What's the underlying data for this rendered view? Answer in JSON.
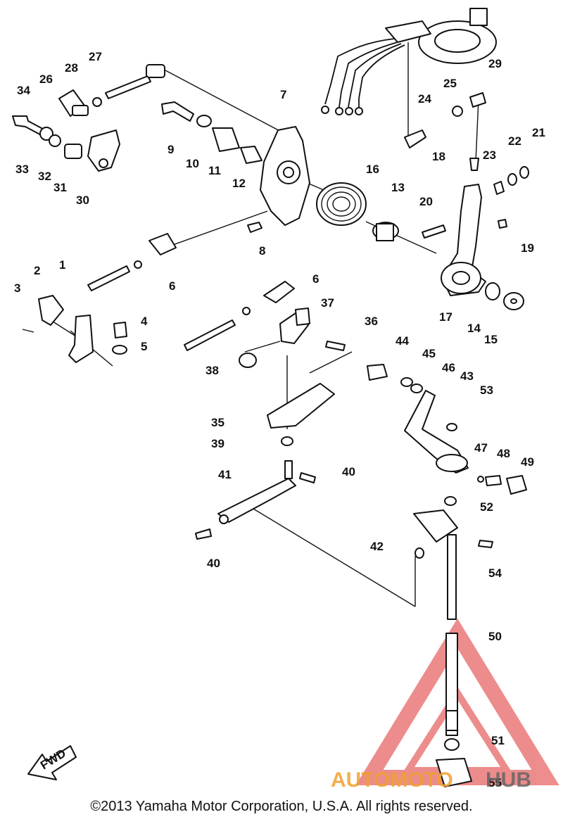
{
  "labels": [
    {
      "id": "1",
      "text": "1"
    },
    {
      "id": "2",
      "text": "2"
    },
    {
      "id": "3",
      "text": "3"
    },
    {
      "id": "4",
      "text": "4"
    },
    {
      "id": "5",
      "text": "5"
    },
    {
      "id": "6a",
      "text": "6"
    },
    {
      "id": "6b",
      "text": "6"
    },
    {
      "id": "7",
      "text": "7"
    },
    {
      "id": "8",
      "text": "8"
    },
    {
      "id": "9",
      "text": "9"
    },
    {
      "id": "10",
      "text": "10"
    },
    {
      "id": "11",
      "text": "11"
    },
    {
      "id": "12",
      "text": "12"
    },
    {
      "id": "13",
      "text": "13"
    },
    {
      "id": "14",
      "text": "14"
    },
    {
      "id": "15",
      "text": "15"
    },
    {
      "id": "16",
      "text": "16"
    },
    {
      "id": "17",
      "text": "17"
    },
    {
      "id": "18",
      "text": "18"
    },
    {
      "id": "19",
      "text": "19"
    },
    {
      "id": "20",
      "text": "20"
    },
    {
      "id": "21",
      "text": "21"
    },
    {
      "id": "22",
      "text": "22"
    },
    {
      "id": "23",
      "text": "23"
    },
    {
      "id": "24",
      "text": "24"
    },
    {
      "id": "25",
      "text": "25"
    },
    {
      "id": "26",
      "text": "26"
    },
    {
      "id": "27",
      "text": "27"
    },
    {
      "id": "28",
      "text": "28"
    },
    {
      "id": "29",
      "text": "29"
    },
    {
      "id": "30",
      "text": "30"
    },
    {
      "id": "31",
      "text": "31"
    },
    {
      "id": "32",
      "text": "32"
    },
    {
      "id": "33",
      "text": "33"
    },
    {
      "id": "34",
      "text": "34"
    },
    {
      "id": "35",
      "text": "35"
    },
    {
      "id": "36",
      "text": "36"
    },
    {
      "id": "37",
      "text": "37"
    },
    {
      "id": "38",
      "text": "38"
    },
    {
      "id": "39",
      "text": "39"
    },
    {
      "id": "40a",
      "text": "40"
    },
    {
      "id": "40b",
      "text": "40"
    },
    {
      "id": "41",
      "text": "41"
    },
    {
      "id": "42",
      "text": "42"
    },
    {
      "id": "43",
      "text": "43"
    },
    {
      "id": "44",
      "text": "44"
    },
    {
      "id": "45",
      "text": "45"
    },
    {
      "id": "46",
      "text": "46"
    },
    {
      "id": "47",
      "text": "47"
    },
    {
      "id": "48",
      "text": "48"
    },
    {
      "id": "49",
      "text": "49"
    },
    {
      "id": "50",
      "text": "50"
    },
    {
      "id": "51",
      "text": "51"
    },
    {
      "id": "52",
      "text": "52"
    },
    {
      "id": "53",
      "text": "53"
    },
    {
      "id": "54",
      "text": "54"
    },
    {
      "id": "55",
      "text": "55"
    }
  ],
  "fwd_arrow": {
    "text": "FWD"
  },
  "watermark": {
    "prefix": "AUTOMOTO",
    "suffix": "HUB",
    "color_main": "#f0a030",
    "color_hub": "#666666",
    "logo_color": "#e03030"
  },
  "copyright": "©2013 Yamaha Motor Corporation, U.S.A. All rights reserved."
}
